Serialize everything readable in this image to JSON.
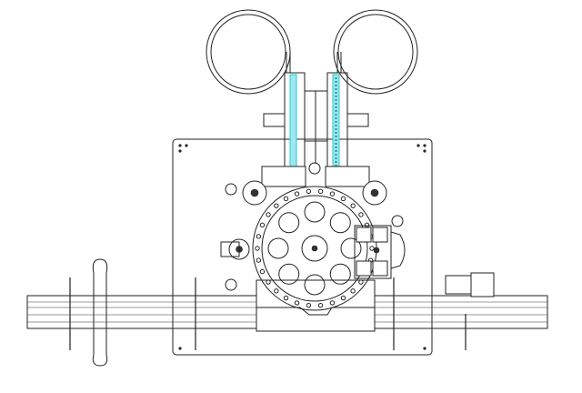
{
  "drawing": {
    "colors": {
      "line": "#222222",
      "background": "#ffffff",
      "tube_accent": "#2ec4d6"
    },
    "parts": [
      "label-coil-left",
      "label-coil-right",
      "guide-tube-left",
      "guide-tube-right",
      "base-plate",
      "star-wheel",
      "conveyor",
      "motor",
      "handwheel"
    ]
  }
}
